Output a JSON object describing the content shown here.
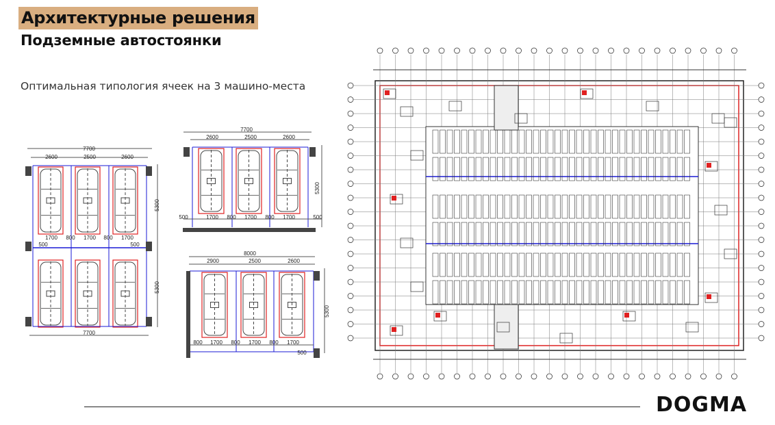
{
  "header": {
    "title": "Архитектурные решения",
    "subtitle": "Подземные автостоянки",
    "caption": "Оптимальная типология ячеек на 3 машино-места"
  },
  "diagrams": {
    "double_row": {
      "total_top": "7700",
      "spans": [
        "2600",
        "2500",
        "2600"
      ],
      "inner": [
        "1700",
        "800",
        "1700",
        "800",
        "1700"
      ],
      "margins": [
        "500",
        "500"
      ],
      "depth_top": "5300",
      "depth_bottom": "5300",
      "total_bottom": "7700"
    },
    "wall_row": {
      "total": "7700",
      "spans": [
        "2600",
        "2500",
        "2600"
      ],
      "inner": [
        "500",
        "1700",
        "800",
        "1700",
        "800",
        "1700",
        "500"
      ],
      "depth": "5300"
    },
    "side_wall_row": {
      "total": "8000",
      "spans": [
        "2900",
        "2500",
        "2600"
      ],
      "inner": [
        "800",
        "1700",
        "800",
        "1700",
        "800",
        "1700"
      ],
      "margin": "500",
      "depth": "5300"
    }
  },
  "colors": {
    "accent": "#d9ae80",
    "grid_blue": "#1a1ad6",
    "space_red": "#e02020"
  },
  "footer": {
    "logo": "DOGMA"
  }
}
